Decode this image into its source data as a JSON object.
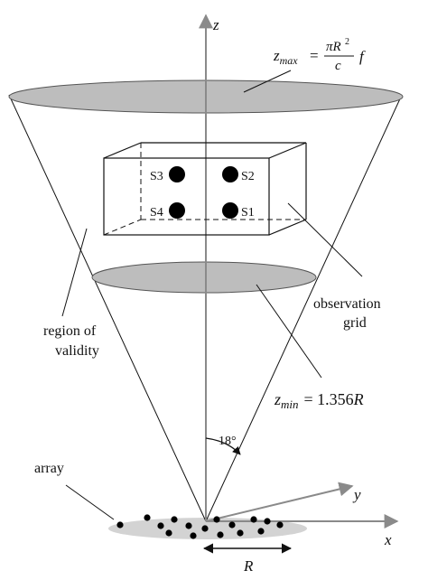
{
  "axes": {
    "z": "z",
    "x": "x",
    "y": "y"
  },
  "top_formula": {
    "lhs": "z",
    "lhs_sub": "max",
    "eq": "=",
    "numerator": "πR",
    "numerator_sup": "2",
    "denominator": "c",
    "suffix": "f"
  },
  "bottom_formula": {
    "lhs": "z",
    "lhs_sub": "min",
    "rhs": "= 1.356",
    "rhs_var": "R"
  },
  "sources": [
    "S1",
    "S2",
    "S3",
    "S4"
  ],
  "labels": {
    "observation_line1": "observation",
    "observation_line2": "grid",
    "region_line1": "region of",
    "region_line2": "validity",
    "array": "array",
    "angle": "18°",
    "R": "R"
  },
  "colors": {
    "disk_fill": "#bdbdbd",
    "axis": "#8a8a8a",
    "line": "#111111",
    "dot": "#000000"
  }
}
